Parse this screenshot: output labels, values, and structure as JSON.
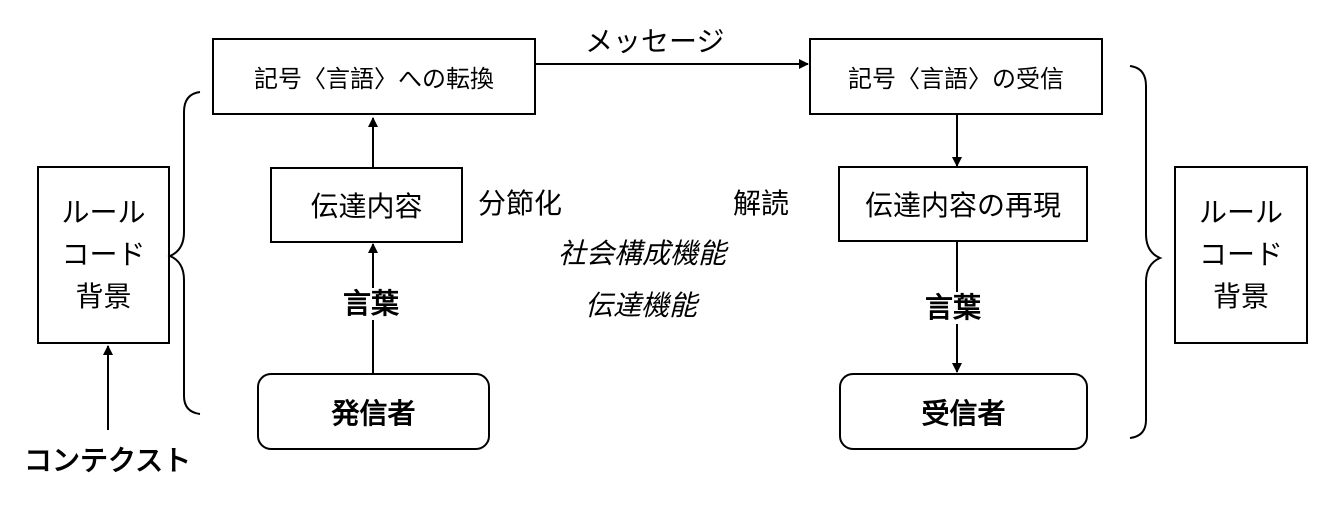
{
  "left_panel": {
    "lines": [
      "ルール",
      "コード",
      "背景"
    ]
  },
  "right_panel": {
    "lines": [
      "ルール",
      "コード",
      "背景"
    ]
  },
  "context_label": "コンテクスト",
  "encode_box": "記号〈言語〉への転換",
  "message_label": "メッセージ",
  "receive_box": "記号〈言語〉の受信",
  "content_box": "伝達内容",
  "reproduce_box": "伝達内容の再現",
  "articulation_label": "分節化",
  "decoding_label": "解読",
  "function1_label": "社会構成機能",
  "function2_label": "伝達機能",
  "word_left_label": "言葉",
  "word_right_label": "言葉",
  "sender_box": "発信者",
  "receiver_box": "受信者"
}
